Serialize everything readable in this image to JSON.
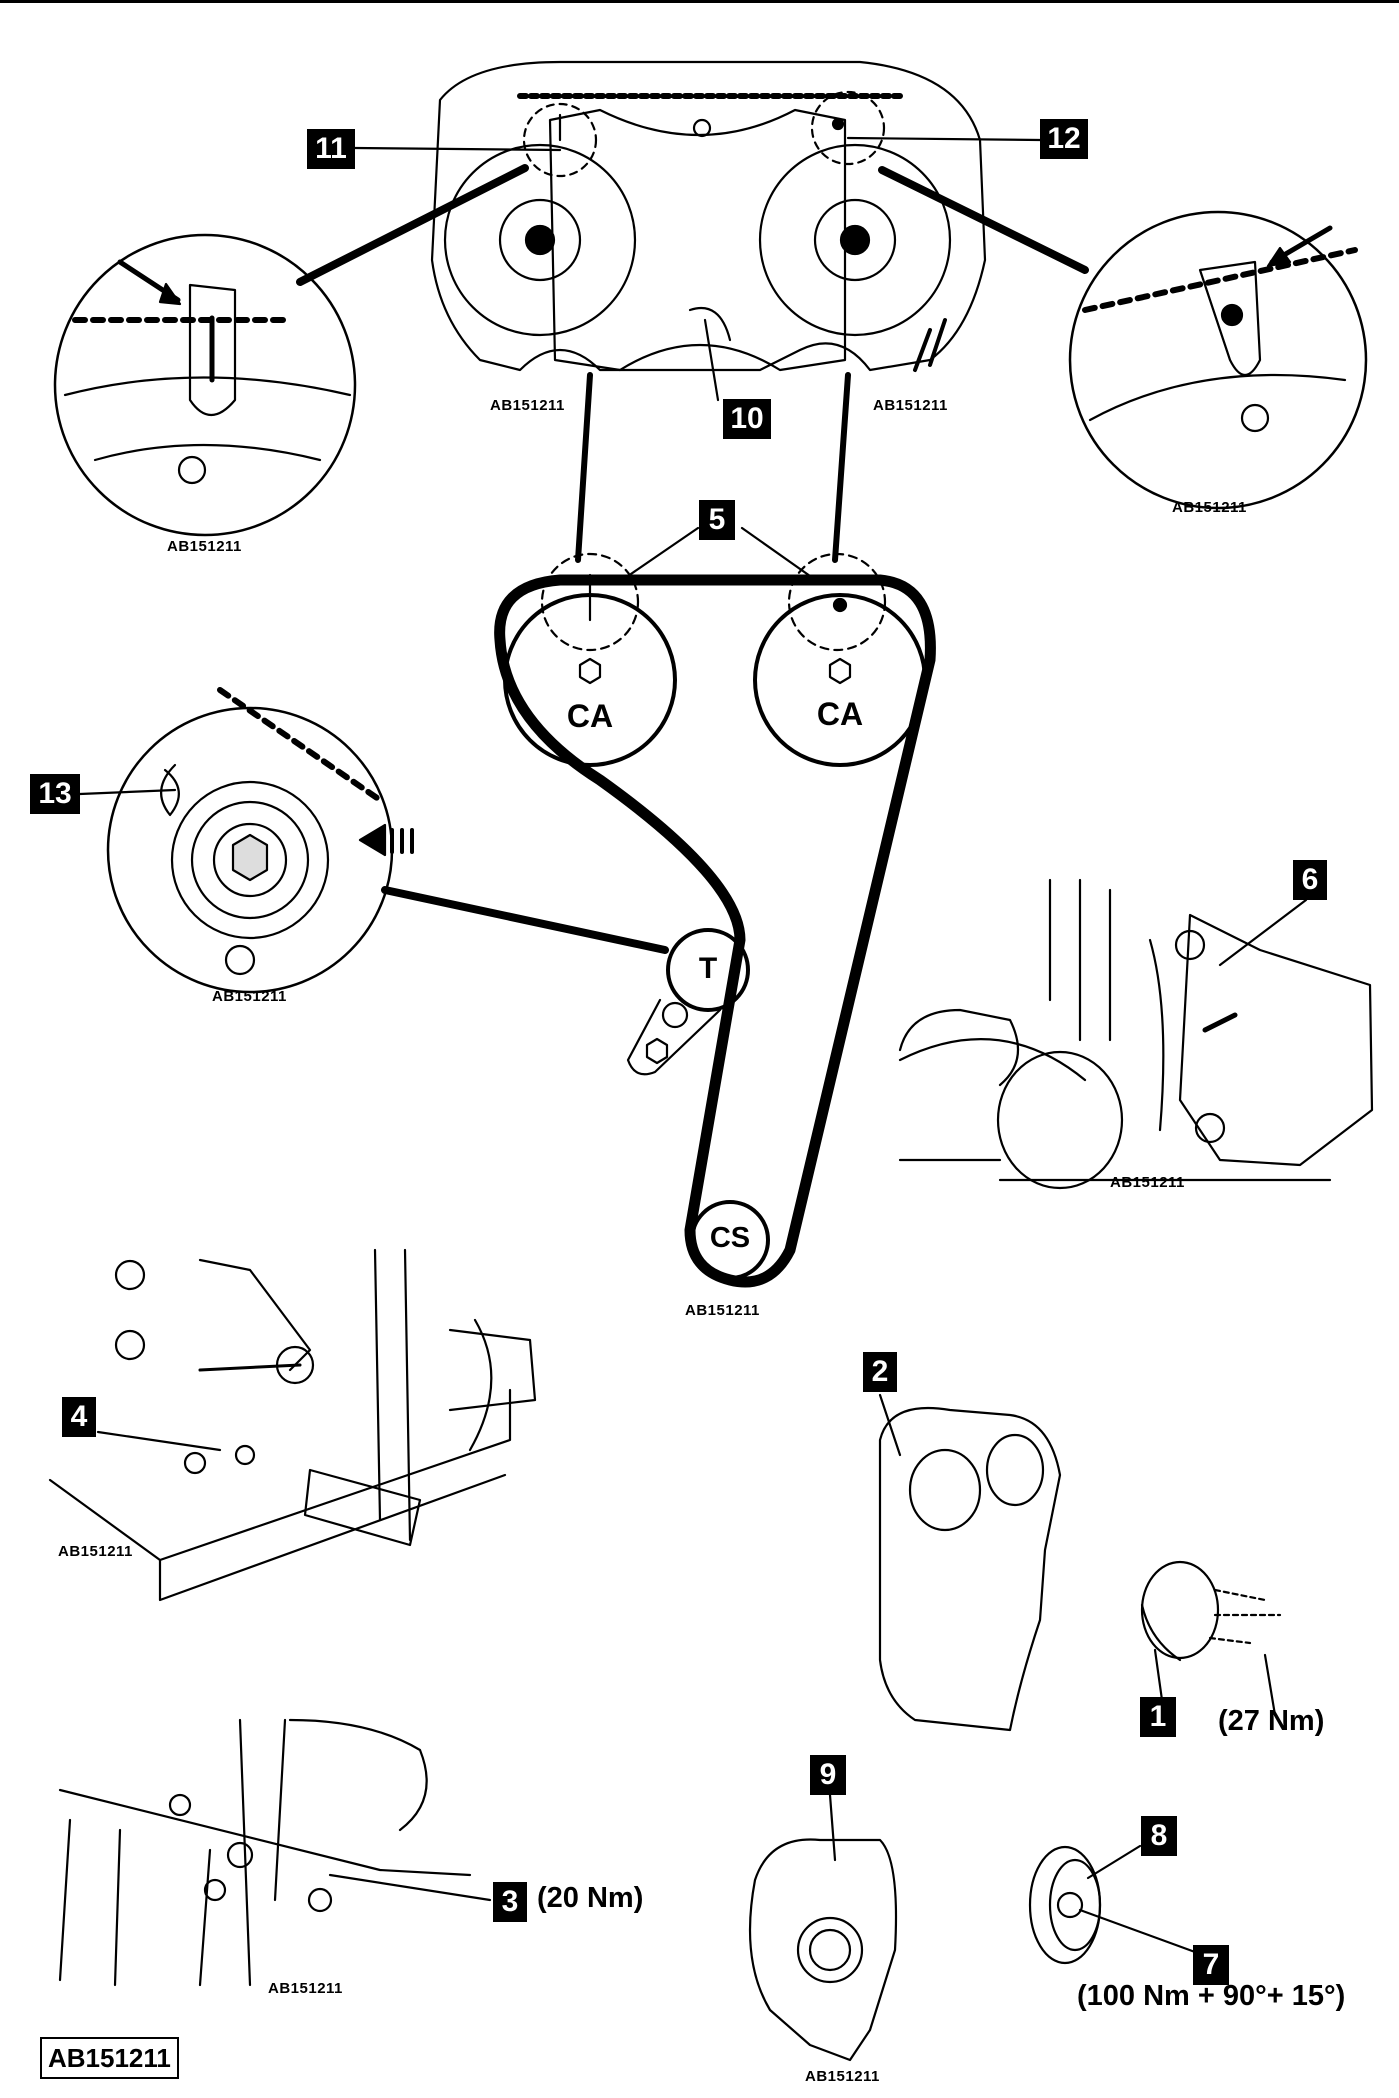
{
  "image_code": "AB151211",
  "pulley_labels": {
    "camshaft_left": "CA",
    "camshaft_right": "CA",
    "tensioner": "T",
    "crankshaft": "CS"
  },
  "callouts": {
    "n1": "1",
    "n2": "2",
    "n3": "3",
    "n4": "4",
    "n5": "5",
    "n6": "6",
    "n7": "7",
    "n8": "8",
    "n9": "9",
    "n10": "10",
    "n11": "11",
    "n12": "12",
    "n13": "13"
  },
  "torques": {
    "t1": "(27 Nm)",
    "t3": "(20 Nm)",
    "t7": "(100 Nm + 90°+ 15°)"
  }
}
